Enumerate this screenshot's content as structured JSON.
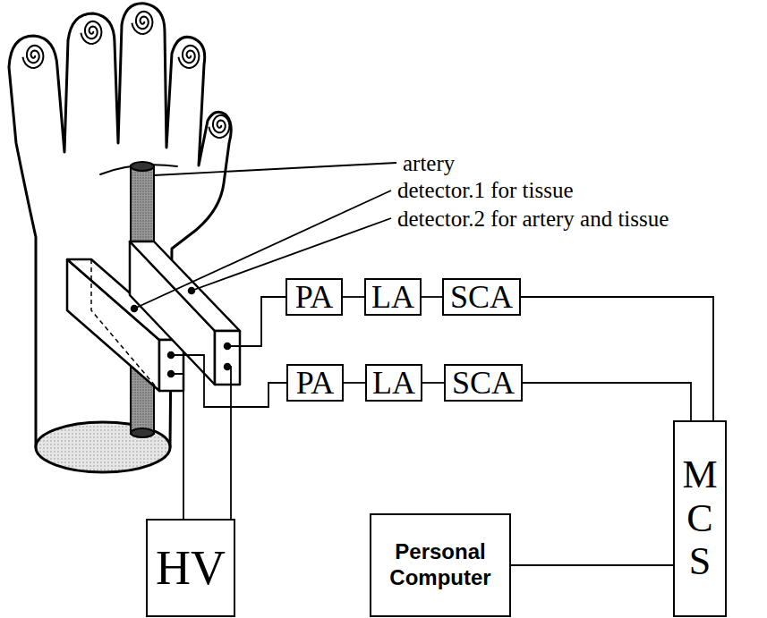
{
  "diagram": {
    "nodes": [
      {
        "text": [
          "PA"
        ]
      },
      {
        "text": [
          "LA"
        ]
      },
      {
        "text": [
          "SCA"
        ]
      },
      {
        "text": [
          "PA"
        ]
      },
      {
        "text": [
          "LA"
        ]
      },
      {
        "text": [
          "SCA"
        ]
      },
      {
        "text": [
          "HV"
        ]
      },
      {
        "text": [
          "Personal Computer"
        ]
      },
      {
        "text": [
          "MCS"
        ]
      }
    ],
    "edges": [
      {
        "from": 0,
        "to": 1,
        "arrow": "none"
      },
      {
        "from": 1,
        "to": 2,
        "arrow": "none"
      },
      {
        "from": 3,
        "to": 4,
        "arrow": "none"
      },
      {
        "from": 4,
        "to": 5,
        "arrow": "none"
      },
      {
        "from": 2,
        "to": 8,
        "arrow": "none"
      },
      {
        "from": 5,
        "to": 8,
        "arrow": "none"
      },
      {
        "from": 7,
        "to": 8,
        "arrow": "none"
      }
    ],
    "labels": [
      "artery",
      "detector.1 for tissue",
      "detector.2 for artery and tissue"
    ]
  }
}
